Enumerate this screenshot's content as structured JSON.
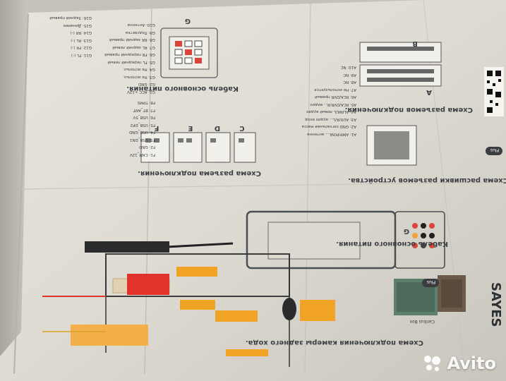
{
  "sections": {
    "rear_camera_title": "Схема подключения камеры заднего хода.",
    "device_connectors_title": "Схема расшивки разъемов устройства.",
    "main_cable_title": "Кабель основного питания.",
    "connectors_scheme_title": "Схема разъема подключения.",
    "main_cable_title_2": "Кабель основного питания.",
    "connector_scheme_title_2": "Схема разъемов подключения."
  },
  "connectors": {
    "a": "A",
    "b": "B",
    "c": "C",
    "d": "D",
    "e": "E",
    "f": "F",
    "g": "G",
    "g2": "G"
  },
  "pin_lists": {
    "a_pins": "A1: AMP/POW.... антенна\nA2: GND сигнальная масса\nA3: AUX/R/L... аудио вход\nA4: ALINK/L левый аудио\nA5: RCA/DVR/R... видео\nA6: RCA/DVR правый\nA7: Не используется\nA8: NC\nA9: NC\nA10: NC",
    "f_pins": "F1: CAM_12V\nF2: GND\nF3: USB_DN1\nF4: USB_GND\nF5: USB_DP2\nF6: USB_5V\nF7: BT_ANT\nF8: TPMS",
    "g_pins": "G1: ACC +12V\nG2: GND\nG3: Не использ.\nG4: Не использ.\nG5: FL передний левый\nG6: FR передний правый\nG7: RL задний левый\nG8: RR задний правый\nG9: Подсветка\nG10: Антенна",
    "right_pins": "G11: FL (-)\nG12: FR (-)\nG13: RL (-)\nG14: RR (-)\nG15: Динамик\nG16: Задний правый"
  },
  "brand": {
    "fragment": "SAYES",
    "plus_badge": "Plus"
  },
  "labels": {
    "camera_box": "Canbus Box"
  },
  "watermark": {
    "text": "Avito"
  }
}
